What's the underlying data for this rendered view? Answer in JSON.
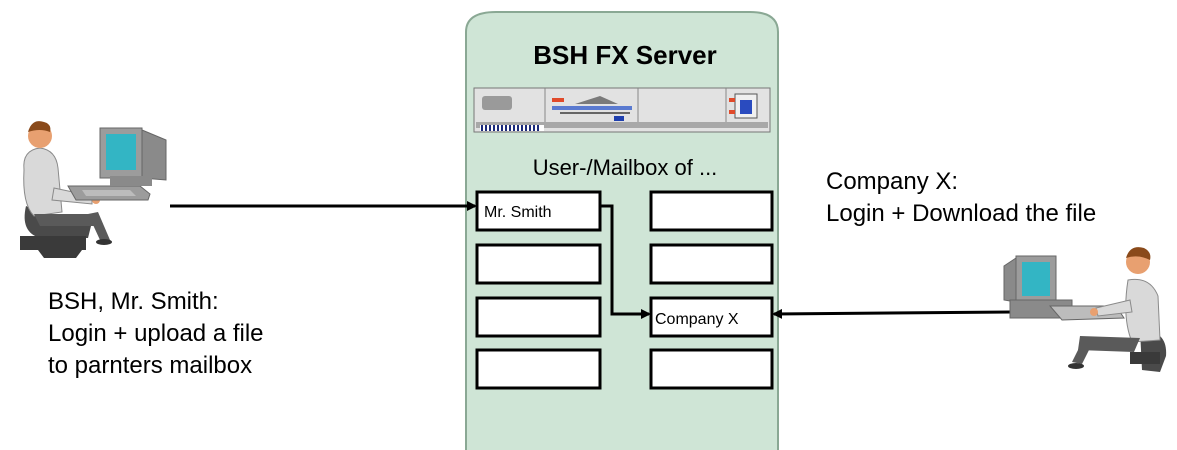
{
  "server": {
    "title": "BSH FX Server",
    "mailbox_caption": "User-/Mailbox of ..."
  },
  "mailboxes": {
    "smith_label": "Mr. Smith",
    "companyx_label": "Company X"
  },
  "left_user": {
    "caption_line1": "BSH, Mr. Smith:",
    "caption_line2": "Login + upload a file",
    "caption_line3": "to parnters mailbox"
  },
  "right_user": {
    "caption_line1": "Company X:",
    "caption_line2": "Login + Download the file"
  },
  "colors": {
    "server_fill": "#cfe5d6",
    "server_border": "#8aa894",
    "screen": "#33b5c4",
    "computer": "#9c9c9c",
    "shirt": "#d9d9d9",
    "chair": "#4a4a4a",
    "skin": "#e8a070"
  }
}
